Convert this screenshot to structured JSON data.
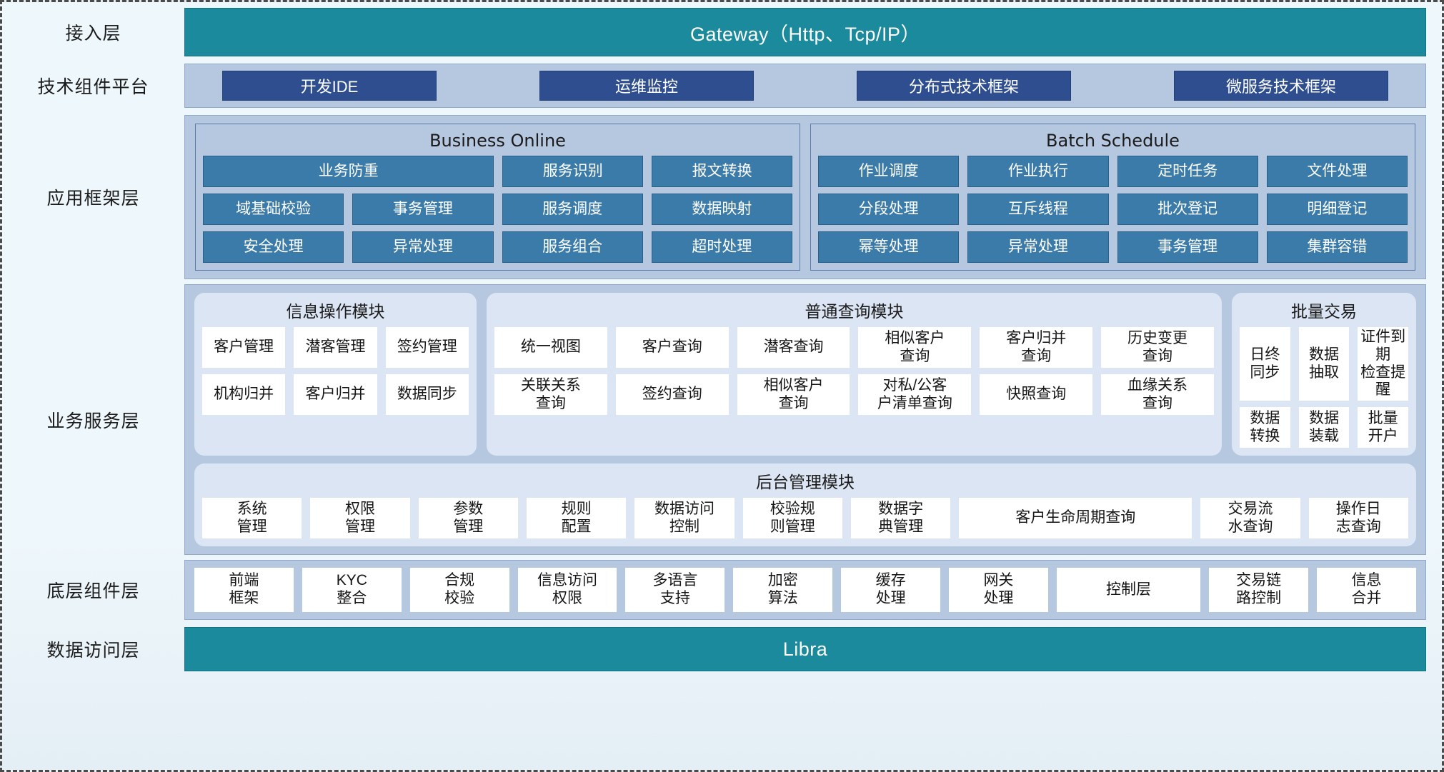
{
  "layers": {
    "access": {
      "label": "接入层",
      "bar": "Gateway（Http、Tcp/IP）"
    },
    "tech": {
      "label": "技术组件平台",
      "chips": [
        "开发IDE",
        "运维监控",
        "分布式技术框架",
        "微服务技术框架"
      ]
    },
    "framework": {
      "label": "应用框架层",
      "groups": [
        {
          "title": "Business Online",
          "rows": [
            [
              {
                "text": "业务防重",
                "span": 2
              },
              {
                "text": "服务识别",
                "span": 1
              },
              {
                "text": "报文转换",
                "span": 1
              }
            ],
            [
              {
                "text": "域基础校验",
                "span": 1
              },
              {
                "text": "事务管理",
                "span": 1
              },
              {
                "text": "服务调度",
                "span": 1
              },
              {
                "text": "数据映射",
                "span": 1
              }
            ],
            [
              {
                "text": "安全处理",
                "span": 1
              },
              {
                "text": "异常处理",
                "span": 1
              },
              {
                "text": "服务组合",
                "span": 1
              },
              {
                "text": "超时处理",
                "span": 1
              }
            ]
          ]
        },
        {
          "title": "Batch Schedule",
          "rows": [
            [
              {
                "text": "作业调度",
                "span": 1
              },
              {
                "text": "作业执行",
                "span": 1
              },
              {
                "text": "定时任务",
                "span": 1
              },
              {
                "text": "文件处理",
                "span": 1
              }
            ],
            [
              {
                "text": "分段处理",
                "span": 1
              },
              {
                "text": "互斥线程",
                "span": 1
              },
              {
                "text": "批次登记",
                "span": 1
              },
              {
                "text": "明细登记",
                "span": 1
              }
            ],
            [
              {
                "text": "幂等处理",
                "span": 1
              },
              {
                "text": "异常处理",
                "span": 1
              },
              {
                "text": "事务管理",
                "span": 1
              },
              {
                "text": "集群容错",
                "span": 1
              }
            ]
          ]
        }
      ]
    },
    "business": {
      "label": "业务服务层",
      "modules_top": [
        {
          "id": "module-info",
          "title": "信息操作模块",
          "rows": [
            [
              "客户管理",
              "潜客管理",
              "签约管理"
            ],
            [
              "机构归并",
              "客户归并",
              "数据同步"
            ]
          ]
        },
        {
          "id": "module-query",
          "title": "普通查询模块",
          "rows": [
            [
              "统一视图",
              "客户查询",
              "潜客查询",
              "相似客户\n查询",
              "客户归并\n查询",
              "历史变更\n查询"
            ],
            [
              "关联关系\n查询",
              "签约查询",
              "相似客户\n查询",
              "对私/公客\n户清单查询",
              "快照查询",
              "血缘关系\n查询"
            ]
          ]
        },
        {
          "id": "module-batch",
          "title": "批量交易",
          "rows": [
            [
              "日终\n同步",
              "数据\n抽取",
              "证件到期\n检查提醒"
            ],
            [
              "数据\n转换",
              "数据\n装载",
              "批量\n开户"
            ]
          ]
        }
      ],
      "modules_bottom": [
        {
          "id": "module-admin",
          "title": "后台管理模块",
          "cells": [
            {
              "text": "系统\n管理",
              "wide": false
            },
            {
              "text": "权限\n管理",
              "wide": false
            },
            {
              "text": "参数\n管理",
              "wide": false
            },
            {
              "text": "规则\n配置",
              "wide": false
            },
            {
              "text": "数据访问\n控制",
              "wide": false
            },
            {
              "text": "校验规\n则管理",
              "wide": false
            },
            {
              "text": "数据字\n典管理",
              "wide": false
            },
            {
              "text": "客户生命周期查询",
              "wide": true
            },
            {
              "text": "交易流\n水查询",
              "wide": false
            },
            {
              "text": "操作日\n志查询",
              "wide": false
            }
          ]
        }
      ]
    },
    "component": {
      "label": "底层组件层",
      "cells": [
        {
          "text": "前端\n框架",
          "wide": false
        },
        {
          "text": "KYC\n整合",
          "wide": false
        },
        {
          "text": "合规\n校验",
          "wide": false
        },
        {
          "text": "信息访问\n权限",
          "wide": false
        },
        {
          "text": "多语言\n支持",
          "wide": false
        },
        {
          "text": "加密\n算法",
          "wide": false
        },
        {
          "text": "缓存\n处理",
          "wide": false
        },
        {
          "text": "网关\n处理",
          "wide": false
        },
        {
          "text": "控制层",
          "wide": true
        },
        {
          "text": "交易链\n路控制",
          "wide": false
        },
        {
          "text": "信息\n合并",
          "wide": false
        }
      ]
    },
    "data": {
      "label": "数据访问层",
      "bar": "Libra"
    }
  },
  "colors": {
    "teal": "#1b8a9c",
    "panel_blue": "#b6c7e0",
    "chip_navy": "#2e4e8f",
    "cell_blue": "#3b7ba9",
    "module_bg": "#dce5f3",
    "page_bg": "#eef7fb"
  }
}
